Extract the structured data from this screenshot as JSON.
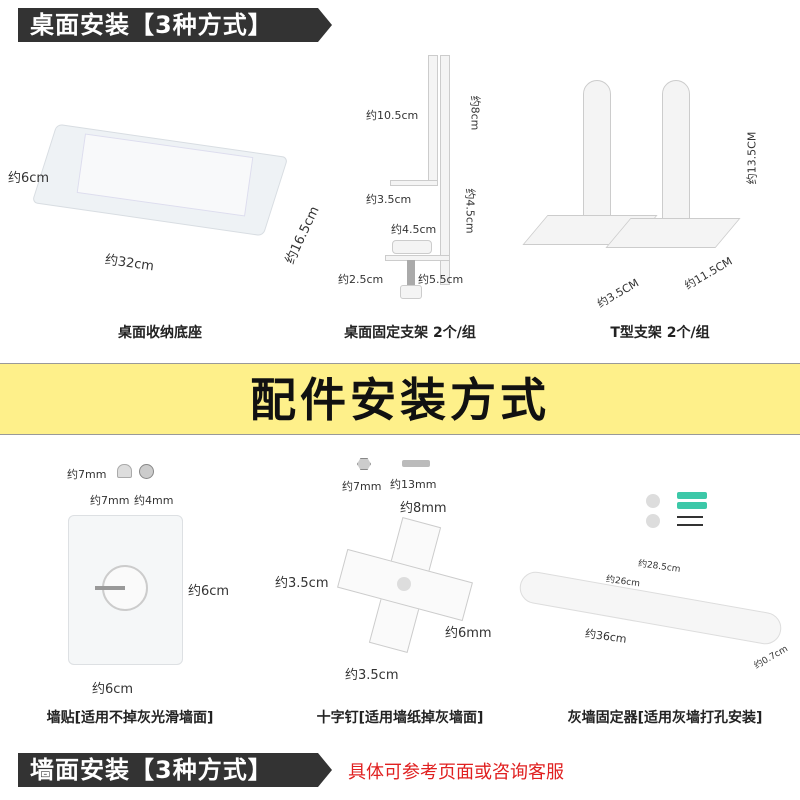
{
  "top_tag": "桌面安装【3种方式】",
  "desk_items": [
    {
      "caption": "桌面收纳底座",
      "dims": [
        "约6cm",
        "约32cm",
        "约16.5cm"
      ]
    },
    {
      "caption": "桌面固定支架 2个/组",
      "dims": [
        "约10.5cm",
        "约8cm",
        "约3.5cm",
        "约4.5cm",
        "约4.5cm",
        "约2.5cm",
        "约5.5cm"
      ]
    },
    {
      "caption": "T型支架 2个/组",
      "dims": [
        "约13.5CM",
        "约3.5CM",
        "约11.5CM"
      ]
    }
  ],
  "banner": "配件安装方式",
  "wall_items": [
    {
      "caption": "墙贴[适用不掉灰光滑墙面]",
      "dims": [
        "约7mm",
        "约7mm",
        "约4mm",
        "约6cm",
        "约6cm"
      ]
    },
    {
      "caption": "十字钉[适用墙纸掉灰墙面]",
      "dims": [
        "约7mm",
        "约13mm",
        "约8mm",
        "约3.5cm",
        "约6mm",
        "约3.5cm"
      ]
    },
    {
      "caption": "灰墙固定器[适用灰墙打孔安装]",
      "dims": [
        "约28.5cm",
        "约26cm",
        "约36cm",
        "约0.7cm"
      ]
    }
  ],
  "bottom_tag": "墙面安装【3种方式】",
  "bottom_note": "具体可参考页面或咨询客服",
  "colors": {
    "tag_bg": "#333333",
    "banner_bg": "#fef08a",
    "note": "#e02020",
    "anchor": "#3cc8a8"
  }
}
